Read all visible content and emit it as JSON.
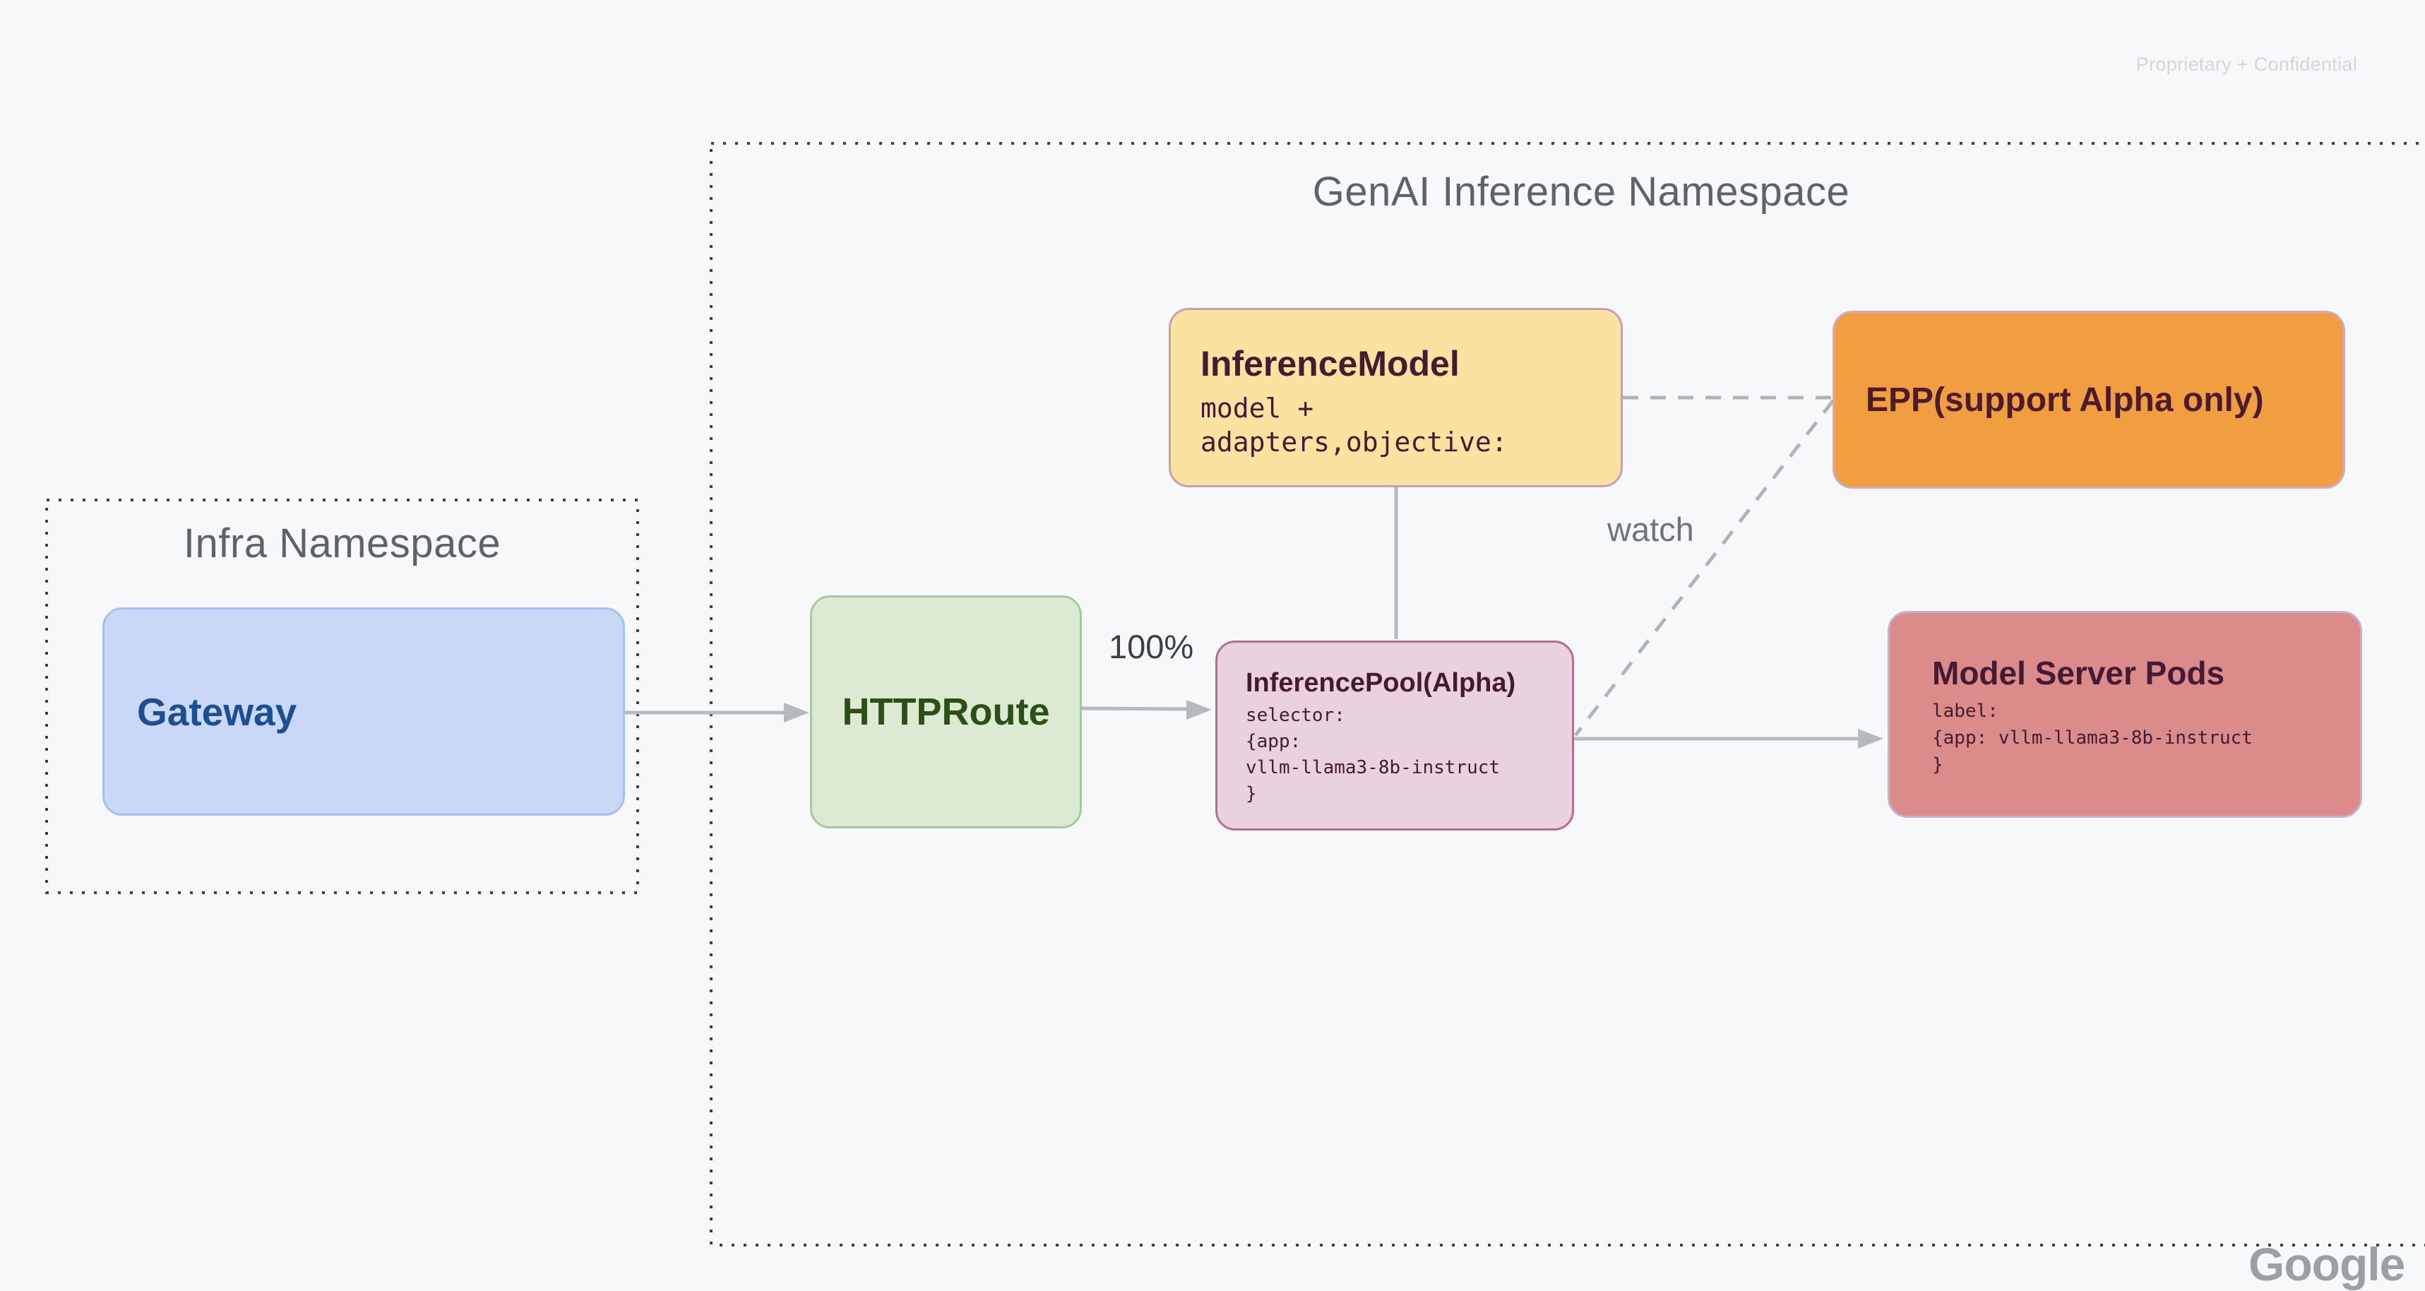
{
  "page": {
    "watermark": "Proprietary + Confidential",
    "brand": "Google",
    "background_color": "#f7f8fa"
  },
  "namespaces": {
    "infra": {
      "title": "Infra Namespace"
    },
    "genai": {
      "title": "GenAI Inference Namespace"
    }
  },
  "nodes": {
    "gateway": {
      "title": "Gateway",
      "fill": "#c8d8f6",
      "border": "#a5bfee",
      "text_color": "#1e4d92"
    },
    "httproute": {
      "title": "HTTPRoute",
      "fill": "#dcead3",
      "border": "#a6c89b",
      "text_color": "#2c4f16"
    },
    "inference_model": {
      "title": "InferenceModel",
      "code_lines": [
        "model +",
        "adapters,objective:"
      ],
      "fill": "#fae3a0",
      "border": "#c99cba",
      "text_color": "#451a33"
    },
    "epp": {
      "title": "EPP(support Alpha only)",
      "fill": "#f09e3f",
      "border": "#d0a8c2",
      "text_color": "#4d1b31"
    },
    "inference_pool": {
      "title": "InferencePool(Alpha)",
      "code_lines": [
        "selector:",
        "{app:",
        "vllm-llama3-8b-instruct",
        "}"
      ],
      "fill": "#e9d2dd",
      "border": "#b16f92",
      "text_color": "#451a33"
    },
    "model_server_pods": {
      "title": "Model Server Pods",
      "code_lines": [
        "label:",
        "{app: vllm-llama3-8b-instruct",
        "}"
      ],
      "fill": "#dc8b8b",
      "border": "#c9afd2",
      "text_color": "#451a33"
    }
  },
  "edges": {
    "route_weight_label": "100%",
    "watch_label": "watch",
    "connector_color": "#b6b9bd",
    "dashed_color": "#b0b3b7",
    "dotted_border_color": "#3e4043"
  }
}
